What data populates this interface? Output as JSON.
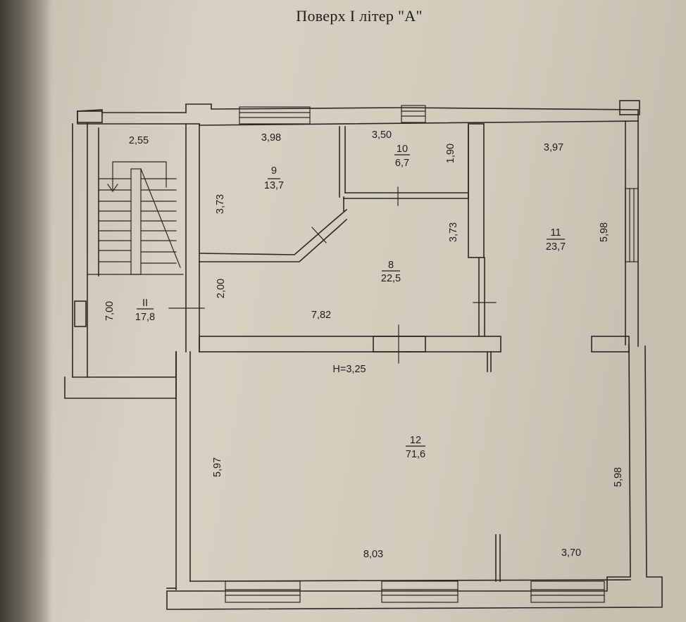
{
  "title": "Поверх І літер \"А\"",
  "ceiling_height": "Н=3,25",
  "rooms": [
    {
      "id": "room-9",
      "number": "9",
      "area": "13,7"
    },
    {
      "id": "room-10",
      "number": "10",
      "area": "6,7"
    },
    {
      "id": "room-11",
      "number": "11",
      "area": "23,7"
    },
    {
      "id": "room-8",
      "number": "8",
      "area": "22,5"
    },
    {
      "id": "room-II",
      "number": "ІІ",
      "area": "17,8"
    },
    {
      "id": "room-12",
      "number": "12",
      "area": "71,6"
    }
  ],
  "dimensions": [
    "2,55",
    "3,98",
    "3,50",
    "1,90",
    "3,97",
    "3,73",
    "3,73",
    "5,98",
    "2,00",
    "7,00",
    "7,82",
    "5,97",
    "5,98",
    "8,03",
    "3,70"
  ],
  "colors": {
    "paper": "#d8d1c3",
    "line": "#2a2724",
    "ink": "#1f1d1b"
  }
}
